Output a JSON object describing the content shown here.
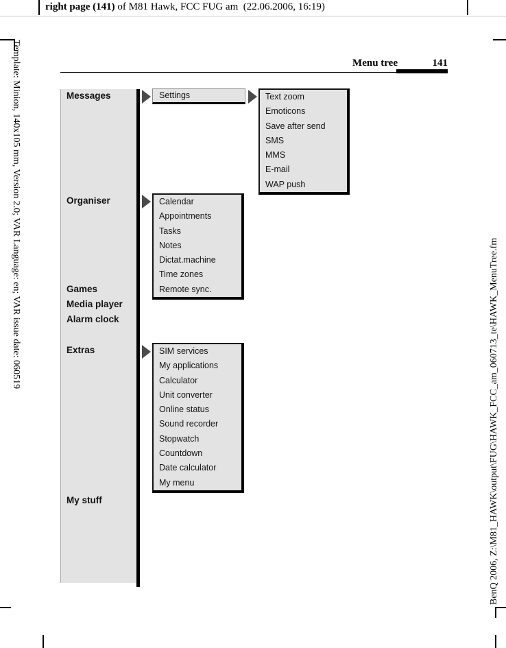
{
  "page": {
    "top_header": {
      "bold": "right page (141)",
      "rest": " of M81 Hawk, FCC FUG am  (22.06.2006, 16:19)"
    },
    "heading": {
      "title": "Menu tree",
      "page_number": "141"
    },
    "left_margin_text": "Template: Minion, 140x105 mm, Version 2.0; VAR Language: en; VAR issue date: 060519",
    "right_margin_text": "BenQ 2006, Z:\\M81_HAWK\\output\\FUG\\HAWK_FCC_am_060713_te\\HAWK_MenuTree.fm"
  },
  "menu_tree": {
    "main_items": [
      "Messages",
      "Organiser",
      "Games",
      "Media player",
      "Alarm clock",
      "Extras",
      "My stuff"
    ],
    "settings_label": "Settings",
    "messages_settings_items": [
      "Text zoom",
      "Emoticons",
      "Save after send",
      "SMS",
      "MMS",
      "E-mail",
      "WAP push"
    ],
    "organiser_items": [
      "Calendar",
      "Appointments",
      "Tasks",
      "Notes",
      "Dictat.machine",
      "Time zones",
      "Remote sync."
    ],
    "extras_items": [
      "SIM services",
      "My applications",
      "Calculator",
      "Unit converter",
      "Online status",
      "Sound recorder",
      "Stopwatch",
      "Countdown",
      "Date calculator",
      "My menu"
    ]
  },
  "colors": {
    "box_fill": "#e3e3e3",
    "line": "#000000",
    "arrow": "#4b4b4b"
  }
}
